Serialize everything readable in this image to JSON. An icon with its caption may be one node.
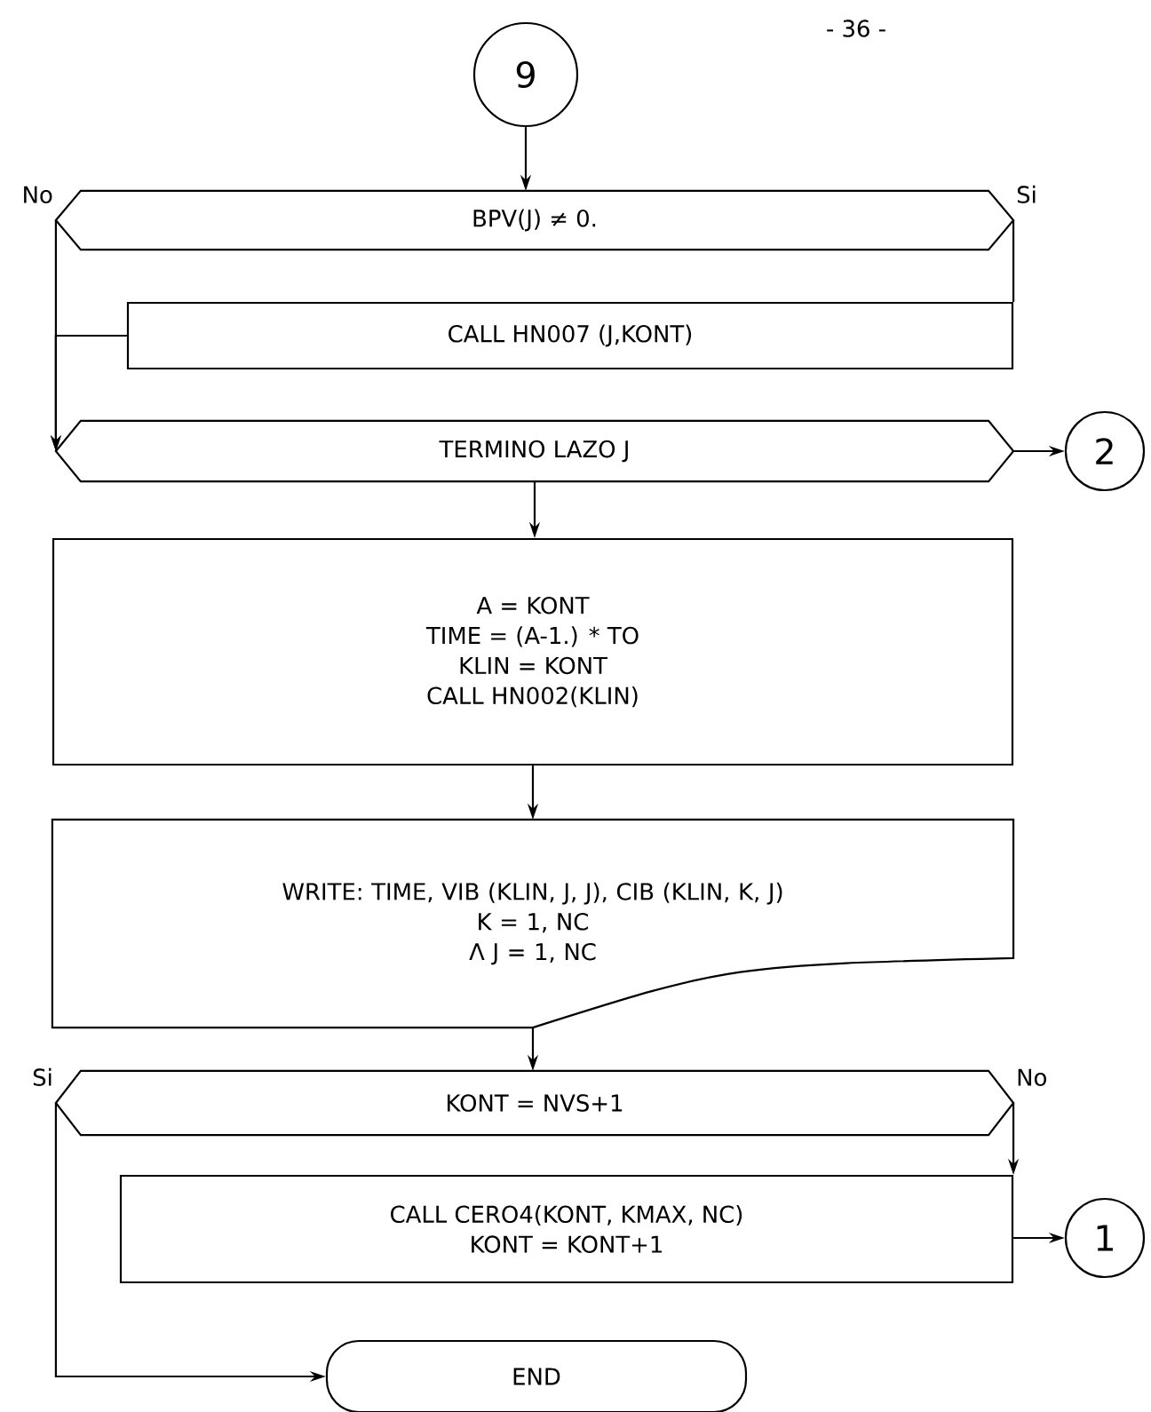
{
  "diagram": {
    "nodes": [
      {
        "text": [
          "9"
        ]
      },
      {
        "text": [
          "BPV(J) ≠ 0."
        ]
      },
      {
        "text": [
          "CALL HN007 (J,KONT)"
        ]
      },
      {
        "text": [
          "TERMINO LAZO J"
        ]
      },
      {
        "text": [
          "2"
        ]
      },
      {
        "text": [
          "A = KONT",
          "TIME = (A-1.) * TO",
          "KLIN = KONT",
          "CALL HN002(KLIN)"
        ]
      },
      {
        "text": [
          "WRITE: TIME, VIB (KLIN, J, J), CIB (KLIN, K, J)",
          "K = 1, NC",
          "Λ J = 1, NC"
        ]
      },
      {
        "text": [
          "KONT = NVS+1"
        ]
      },
      {
        "text": [
          "CALL CERO4(KONT, KMAX, NC)",
          "KONT = KONT+1"
        ]
      },
      {
        "text": [
          "1"
        ]
      },
      {
        "text": [
          "END"
        ]
      }
    ],
    "edges": [
      {
        "from": 0,
        "to": 1,
        "arrow": "to"
      },
      {
        "from": 1,
        "to": 2,
        "arrow": "none",
        "label": "Si"
      },
      {
        "from": 2,
        "to": 3,
        "arrow": "to"
      },
      {
        "from": 1,
        "to": 3,
        "arrow": "to",
        "label": "No"
      },
      {
        "from": 3,
        "to": 4,
        "arrow": "to"
      },
      {
        "from": 3,
        "to": 5,
        "arrow": "to"
      },
      {
        "from": 5,
        "to": 6,
        "arrow": "to"
      },
      {
        "from": 6,
        "to": 7,
        "arrow": "to"
      },
      {
        "from": 7,
        "to": 8,
        "arrow": "to",
        "label": "No"
      },
      {
        "from": 7,
        "to": 10,
        "arrow": "to",
        "label": "Si"
      },
      {
        "from": 8,
        "to": 9,
        "arrow": "to"
      }
    ],
    "labels": [
      "- 36 -"
    ]
  }
}
